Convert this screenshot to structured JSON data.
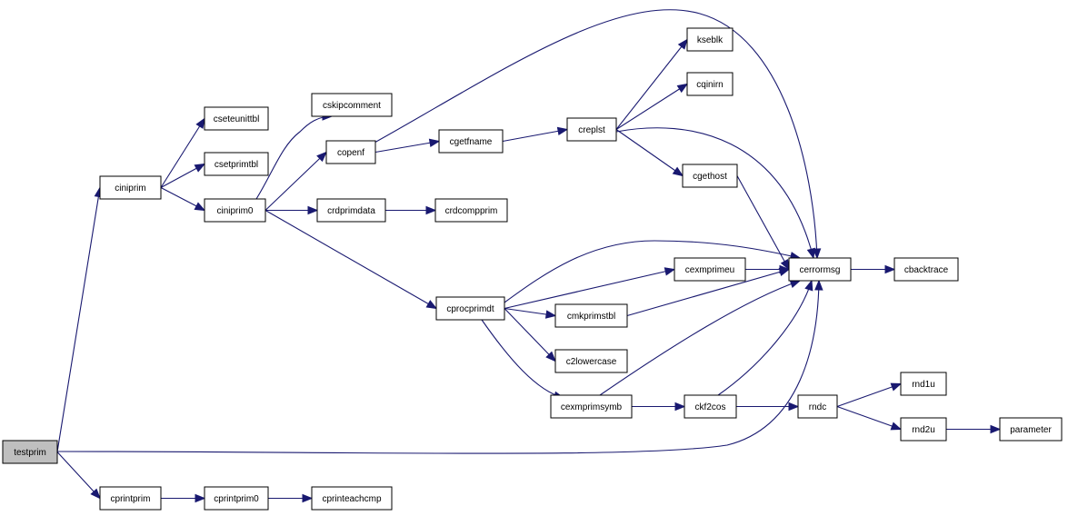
{
  "colors": {
    "edge": "#191970",
    "node_fill": "#ffffff",
    "root_fill": "#bfbfbf",
    "border": "#000000"
  },
  "nodes": [
    {
      "id": "testprim",
      "label": "testprim",
      "root": true
    },
    {
      "id": "ciniprim",
      "label": "ciniprim"
    },
    {
      "id": "cprintprim",
      "label": "cprintprim"
    },
    {
      "id": "cseteunittbl",
      "label": "cseteunittbl"
    },
    {
      "id": "csetprimtbl",
      "label": "csetprimtbl"
    },
    {
      "id": "ciniprim0",
      "label": "ciniprim0"
    },
    {
      "id": "cprintprim0",
      "label": "cprintprim0"
    },
    {
      "id": "cskipcomment",
      "label": "cskipcomment"
    },
    {
      "id": "copenf",
      "label": "copenf"
    },
    {
      "id": "crdprimdata",
      "label": "crdprimdata"
    },
    {
      "id": "cprinteachcmp",
      "label": "cprinteachcmp"
    },
    {
      "id": "cgetfname",
      "label": "cgetfname"
    },
    {
      "id": "crdcompprim",
      "label": "crdcompprim"
    },
    {
      "id": "cprocprimdt",
      "label": "cprocprimdt"
    },
    {
      "id": "creplst",
      "label": "creplst"
    },
    {
      "id": "kseblk",
      "label": "kseblk"
    },
    {
      "id": "cqinirn",
      "label": "cqinirn"
    },
    {
      "id": "cgethost",
      "label": "cgethost"
    },
    {
      "id": "cexmprimeu",
      "label": "cexmprimeu"
    },
    {
      "id": "cmkprimstbl",
      "label": "cmkprimstbl"
    },
    {
      "id": "c2lowercase",
      "label": "c2lowercase"
    },
    {
      "id": "cexmprimsymb",
      "label": "cexmprimsymb"
    },
    {
      "id": "ckf2cos",
      "label": "ckf2cos"
    },
    {
      "id": "cerrormsg",
      "label": "cerrormsg"
    },
    {
      "id": "cbacktrace",
      "label": "cbacktrace"
    },
    {
      "id": "rndc",
      "label": "rndc"
    },
    {
      "id": "rnd1u",
      "label": "rnd1u"
    },
    {
      "id": "rnd2u",
      "label": "rnd2u"
    },
    {
      "id": "parameter",
      "label": "parameter"
    }
  ],
  "edges": [
    {
      "from": "testprim",
      "to": "ciniprim"
    },
    {
      "from": "testprim",
      "to": "cerrormsg"
    },
    {
      "from": "testprim",
      "to": "cprintprim"
    },
    {
      "from": "ciniprim",
      "to": "cseteunittbl"
    },
    {
      "from": "ciniprim",
      "to": "csetprimtbl"
    },
    {
      "from": "ciniprim",
      "to": "ciniprim0"
    },
    {
      "from": "ciniprim0",
      "to": "cskipcomment"
    },
    {
      "from": "ciniprim0",
      "to": "copenf"
    },
    {
      "from": "ciniprim0",
      "to": "crdprimdata"
    },
    {
      "from": "ciniprim0",
      "to": "cprocprimdt"
    },
    {
      "from": "copenf",
      "to": "cgetfname"
    },
    {
      "from": "copenf",
      "to": "cerrormsg"
    },
    {
      "from": "cgetfname",
      "to": "creplst"
    },
    {
      "from": "creplst",
      "to": "kseblk"
    },
    {
      "from": "creplst",
      "to": "cqinirn"
    },
    {
      "from": "creplst",
      "to": "cgethost"
    },
    {
      "from": "creplst",
      "to": "cerrormsg"
    },
    {
      "from": "cgethost",
      "to": "cerrormsg"
    },
    {
      "from": "crdprimdata",
      "to": "crdcompprim"
    },
    {
      "from": "cprocprimdt",
      "to": "cerrormsg"
    },
    {
      "from": "cprocprimdt",
      "to": "cexmprimeu"
    },
    {
      "from": "cprocprimdt",
      "to": "cmkprimstbl"
    },
    {
      "from": "cprocprimdt",
      "to": "c2lowercase"
    },
    {
      "from": "cprocprimdt",
      "to": "cexmprimsymb"
    },
    {
      "from": "cexmprimeu",
      "to": "cerrormsg"
    },
    {
      "from": "cmkprimstbl",
      "to": "cerrormsg"
    },
    {
      "from": "cexmprimsymb",
      "to": "cerrormsg"
    },
    {
      "from": "cexmprimsymb",
      "to": "ckf2cos"
    },
    {
      "from": "ckf2cos",
      "to": "cerrormsg"
    },
    {
      "from": "ckf2cos",
      "to": "rndc"
    },
    {
      "from": "rndc",
      "to": "rnd1u"
    },
    {
      "from": "rndc",
      "to": "rnd2u"
    },
    {
      "from": "rnd2u",
      "to": "parameter"
    },
    {
      "from": "cerrormsg",
      "to": "cbacktrace"
    },
    {
      "from": "cprintprim",
      "to": "cprintprim0"
    },
    {
      "from": "cprintprim0",
      "to": "cprinteachcmp"
    }
  ]
}
